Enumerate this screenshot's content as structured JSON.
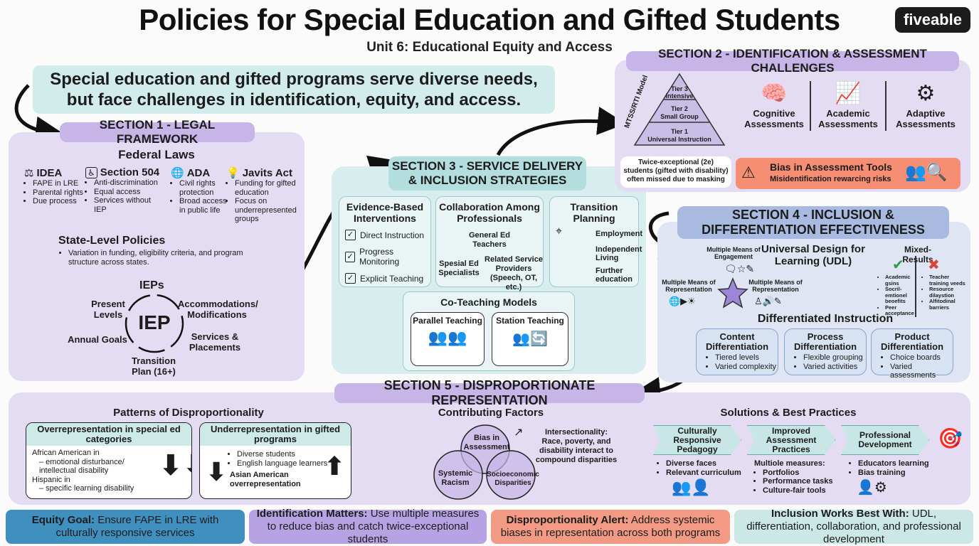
{
  "header": {
    "title": "Policies for Special Education and Gifted Students",
    "subtitle": "Unit 6: Educational Equity and Access",
    "logo": "fiveable"
  },
  "banner": "Special education and gifted programs serve diverse needs, but face challenges in identification, equity, and access.",
  "section1": {
    "title": "SECTION 1 - LEGAL FRAMEWORK",
    "federal_heading": "Federal Laws",
    "laws": [
      {
        "name": "IDEA",
        "icon": "scales-icon",
        "items": [
          "FAPE in LRE",
          "Parental rights",
          "Due process"
        ]
      },
      {
        "name": "Section 504",
        "icon": "wheelchair-icon",
        "items": [
          "Anti-discrimination",
          "Equal access",
          "Services without IEP"
        ]
      },
      {
        "name": "ADA",
        "icon": "globe-icon",
        "items": [
          "Civil rights protection",
          "Broad access in public life"
        ]
      },
      {
        "name": "Javits Act",
        "icon": "lightbulb-icon",
        "items": [
          "Funding for gifted education",
          "Focus on underrepresented groups"
        ]
      }
    ],
    "state_heading": "State-Level Policies",
    "state_text": "Variation in funding, eligibility criteria, and program structure across states.",
    "iep": {
      "heading": "IEPs",
      "center": "IEP",
      "present": "Present Levels",
      "accommodations": "Accommodations/ Modifications",
      "services": "Services & Placements",
      "transition": "Transition Plan (16+)",
      "goals": "Annual Goals"
    }
  },
  "section2": {
    "title": "SECTION 2 - IDENTIFICATION & ASSESSMENT CHALLENGES",
    "pyramid_label": "MTSS/RTI Model",
    "tiers": [
      {
        "name": "Tier 3",
        "desc": "Intensive"
      },
      {
        "name": "Tier 2",
        "desc": "Small Group"
      },
      {
        "name": "Tier 1",
        "desc": "Universal Instruction"
      }
    ],
    "twice_exceptional": "Twice-exceptional (2e) students (gifted with disability) often missed due to masking",
    "assessments": [
      {
        "label": "Cognitive Assessments",
        "icon": "brain-icon"
      },
      {
        "label": "Academic Assessments",
        "icon": "chart-icon"
      },
      {
        "label": "Adaptive Assessments",
        "icon": "gear-head-icon"
      }
    ],
    "bias_title": "Bias in Assessment Tools",
    "bias_sub": "Misidentification rewarcing risks"
  },
  "section3": {
    "title": "SECTION 3 - SERVICE DELIVERY & INCLUSION STRATEGIES",
    "ebi": {
      "heading": "Evidence-Based Interventions",
      "items": [
        "Direct Instruction",
        "Progress Monitoring",
        "Explicit Teaching"
      ]
    },
    "collab": {
      "heading": "Collaboration Among Professionals",
      "general": "General Ed Teachers",
      "special": "Spesial Ed Specialists",
      "related": "Related Service Providers (Speech, OT, etc.)"
    },
    "transition": {
      "heading": "Transition Planning",
      "items": [
        "Employment",
        "Independent Living",
        "Further education"
      ]
    },
    "coteach": {
      "heading": "Co-Teaching Models",
      "models": [
        "Parallel Teaching",
        "Station Teaching"
      ]
    }
  },
  "section4": {
    "title": "SECTION 4 - INCLUSION & DIFFERENTIATION EFFECTIVENESS",
    "udl_title": "Universal Design for Learning (UDL)",
    "engagement": "Multiple Means of Engagement",
    "representation_left": "Multiple Means of Representation",
    "representation_right": "Multiple Means of Representation",
    "mixed_title": "Mixed-Results",
    "mixed_pos": [
      "Academic gsins",
      "Socril-emtionel beoefits",
      "Peer acceptance"
    ],
    "mixed_neg": [
      "Teacher training veeds",
      "Resource dilaystion",
      "Alfitodinal barriers"
    ],
    "diff_heading": "Differentiated Instruction",
    "diffs": [
      {
        "title": "Content Differentiation",
        "items": [
          "Tiered levels",
          "Varied complexity"
        ]
      },
      {
        "title": "Process Differentiation",
        "items": [
          "Flexible grouping",
          "Varied activities"
        ]
      },
      {
        "title": "Product Differentiation",
        "items": [
          "Choice boards",
          "Varied assessments"
        ]
      }
    ]
  },
  "section5": {
    "title": "SECTION 5 - DISPROPORTIONATE REPRESENTATION",
    "patterns_heading": "Patterns of Disproportionality",
    "over": {
      "title": "Overrepresentation in special ed categories",
      "items": [
        "African American in",
        "– emotional disturbance/ intellectual disability",
        "Hispanic in",
        "– specific learning disability"
      ]
    },
    "under": {
      "title": "Underrepresentation in gifted programs",
      "items": [
        "Diverse students",
        "English language learners"
      ],
      "extra": "Asian American overrepresentation"
    },
    "factors_heading": "Contributing Factors",
    "venn": [
      "Bias in Assessment",
      "Systemic Racism",
      "Socioeconomic Disparities"
    ],
    "intersectionality": "Intersectionality: Race, poverty, and disability interact to compound disparities",
    "solutions_heading": "Solutions & Best Practices",
    "steps": [
      {
        "title": "Culturally Responsive Pedagogy",
        "lead": "",
        "items": [
          "Diverse faces",
          "Relevant curriculum"
        ]
      },
      {
        "title": "Improved Assessment Practices",
        "lead": "Multiole measures:",
        "items": [
          "Portfolios",
          "Performance tasks",
          "Culture-fair tools"
        ]
      },
      {
        "title": "Professional Development",
        "lead": "",
        "items": [
          "Educators learning",
          "Bias training"
        ]
      }
    ]
  },
  "footer": [
    {
      "bold": "Equity Goal:",
      "text": " Ensure FAPE in LRE with culturally responsive services",
      "bg": "#3f8fbf"
    },
    {
      "bold": "Identification Matters:",
      "text": " Use multiple measures to reduce bias and catch twice-exceptional students",
      "bg": "#b7a3e3"
    },
    {
      "bold": "Disproportionality Alert:",
      "text": " Address systemic biases in representation across both programs",
      "bg": "#f39a85"
    },
    {
      "bold": "Inclusion Works Best With:",
      "text": " UDL, differentiation, collaboration, and professional development",
      "bg": "#cbe7e6"
    }
  ],
  "colors": {
    "purple_panel": "#e4dcf3",
    "teal_panel": "#d8eeee",
    "blue_panel": "#dfe5f2",
    "bias_alert": "#f58e72",
    "footer_blue": "#3f8fbf"
  }
}
